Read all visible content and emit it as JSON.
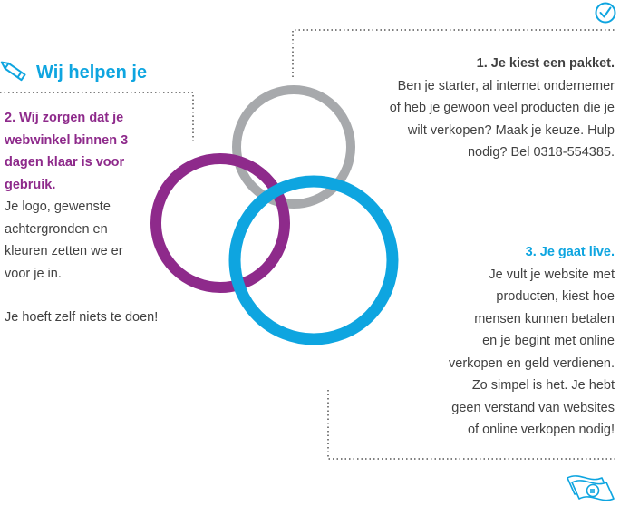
{
  "title": "Wij helpen je",
  "colors": {
    "blue": "#0ea5e0",
    "purple": "#8e2a8b",
    "gray": "#a7a9ac",
    "text": "#414141"
  },
  "icons": {
    "title_icon": "pencil-icon",
    "top_right": "checkmark-circle-icon",
    "bottom_right": "euro-banknotes-icon"
  },
  "step1": {
    "heading": "1. Je kiest een pakket.",
    "lines": [
      "Ben je starter, al internet ondernemer",
      "of heb je gewoon veel producten die je",
      "wilt verkopen? Maak je keuze. Hulp",
      "nodig? Bel 0318-554385."
    ]
  },
  "step2": {
    "heading_lines": [
      "2. Wij zorgen dat je",
      "webwinkel binnen 3",
      "dagen klaar is voor",
      "gebruik."
    ],
    "lines": [
      "Je logo, gewenste",
      "achtergronden en",
      "kleuren zetten we er",
      "voor je in."
    ],
    "footer": "Je hoeft zelf niets te doen!"
  },
  "step3": {
    "heading": "3. Je gaat live.",
    "lines": [
      "Je vult je website met",
      "producten, kiest hoe",
      "mensen kunnen betalen",
      "en je begint met online",
      "verkopen en geld verdienen.",
      "Zo simpel is het. Je hebt",
      "geen verstand van websites",
      "of online verkopen nodig!"
    ]
  }
}
